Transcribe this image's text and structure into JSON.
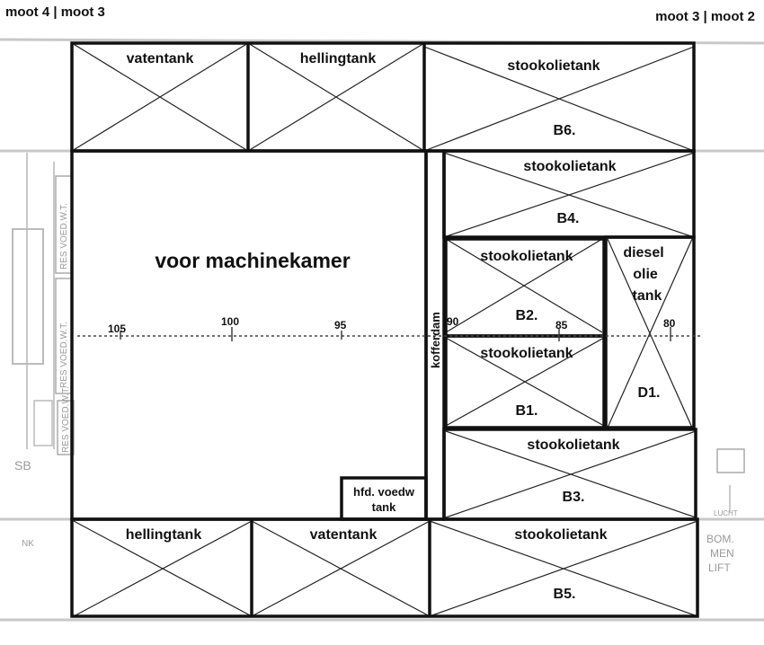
{
  "header": {
    "left": "moot 4 | moot 3",
    "right": "moot 3 | moot 2"
  },
  "compartments": {
    "top_vatentank": "vatentank",
    "top_hellingtank": "hellingtank",
    "b6_name": "stookolietank",
    "b6_code": "B6.",
    "machinekamer": "voor machinekamer",
    "kofferdam": "kofferdam",
    "b4_name": "stookolietank",
    "b4_code": "B4.",
    "b2_name": "stookolietank",
    "b2_code": "B2.",
    "d1_line1": "diesel",
    "d1_line2": "olie",
    "d1_line3": "tank",
    "d1_code": "D1.",
    "b1_name": "stookolietank",
    "b1_code": "B1.",
    "b3_name": "stookolietank",
    "b3_code": "B3.",
    "hfd_line1": "hfd. voedw",
    "hfd_line2": "tank",
    "bottom_hellingtank": "hellingtank",
    "bottom_vatentank": "vatentank",
    "b5_name": "stookolietank",
    "b5_code": "B5."
  },
  "frame_ticks": {
    "t105": "105",
    "t100": "100",
    "t95": "95",
    "t90": "90",
    "t85": "85",
    "t80": "80"
  },
  "margin_text": {
    "res_voed_1": "RES VOED.W.T.",
    "res_voed_2": "RES VOED.W.T.",
    "res_voed_3": "RES VOED.W.T.",
    "sb": "SB",
    "right_line1": "BOM.",
    "right_line2": "MEN",
    "right_line3": "LIFT",
    "nk": "NK",
    "lucht": "LUCHT"
  }
}
